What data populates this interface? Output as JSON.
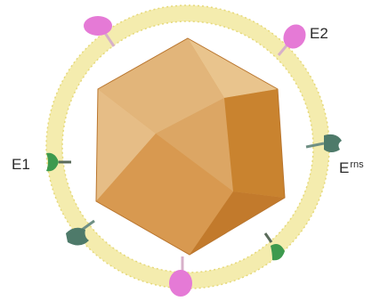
{
  "labels": {
    "e2": "E2",
    "e1": "E1",
    "erns_base": "E",
    "erns_sup": "rns"
  },
  "colors": {
    "membrane_fill": "#f7f0b8",
    "membrane_edge": "#e8dc7a",
    "capsid_light": "#e3b57c",
    "capsid_mid": "#d49a55",
    "capsid_dark": "#c27a2c",
    "e2_protein": "#e57ad6",
    "e1_protein": "#3d9a4e",
    "erns_protein": "#4e7a6a"
  },
  "icons": {
    "e2": "e2-glycoprotein-icon",
    "e1": "e1-glycoprotein-icon",
    "erns": "erns-glycoprotein-icon"
  }
}
